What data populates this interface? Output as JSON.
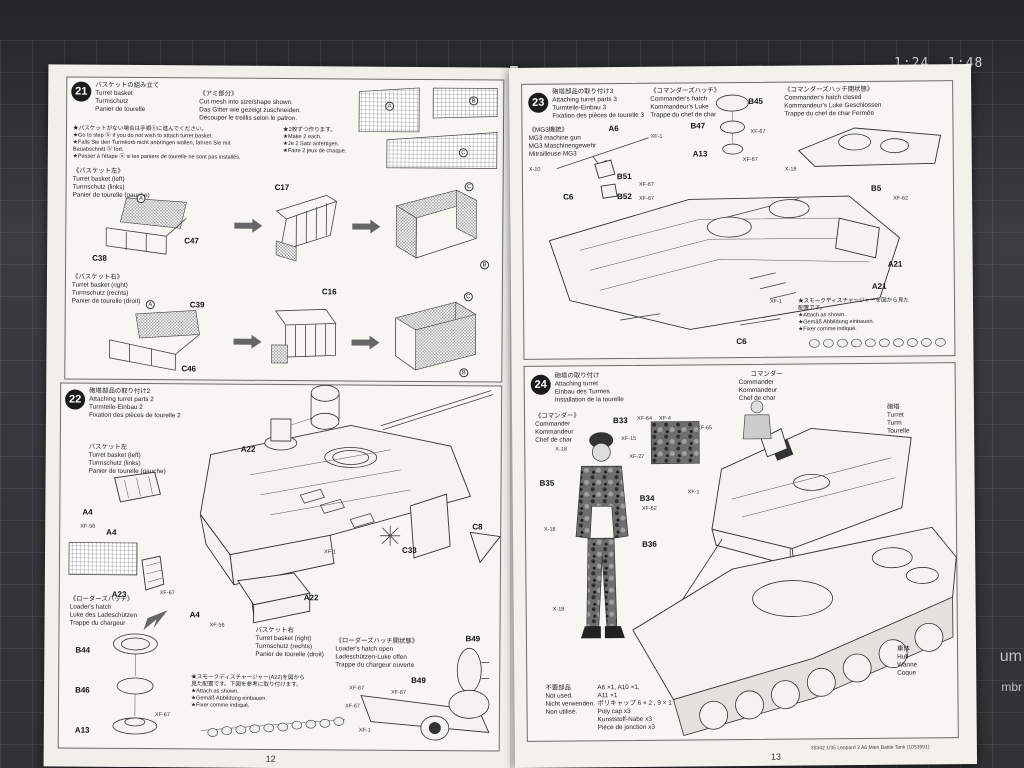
{
  "mat": {
    "ruler_labels": [
      "1:24",
      "1:48"
    ],
    "edge_text": [
      "um",
      "mbr"
    ]
  },
  "left_page": {
    "page_number": "12",
    "step21": {
      "number": "21",
      "title_jp": "バスケットの組み立て",
      "title_en": "Turret basket",
      "title_de": "Turmschutz",
      "title_fr": "Panier de tourelle",
      "mesh_note_jp": "《アミ部分》",
      "mesh_note_en": "Cut mesh into size/shape shown.",
      "mesh_note_de": "Das Gitter wie gezeigt zuschneiden.",
      "mesh_note_fr": "Découper le treillis selon le patron.",
      "skip_note_jp": "★バスケットがない場合は手順ⓑに進んでください。",
      "skip_note_en": "★Go to step ⓑ if you do not wish to attach turret basket.",
      "skip_note_de": "★Falls Sie den Turmkorb nicht anbringen wollen, fahren Sie mit",
      "skip_note_de2": "Bauabschnitt ⓑ fort.",
      "skip_note_fr": "★Passer à l'étape ⓑ si les paniers de tourelle ne sont  pas installés.",
      "make_jp": "★2枚ずつ作ります。",
      "make_en": "★Make 2 each.",
      "make_de": "★Je 2 Satz anfertigen.",
      "make_fr": "★Faire 2 jeux de chaque.",
      "left_jp": "《バスケット左》",
      "left_en": "Turret basket (left)",
      "left_de": "Turmschutz (links)",
      "left_fr": "Panier de tourelle (gauche)",
      "right_jp": "《バスケット右》",
      "right_en": "Turret basket (right)",
      "right_de": "Turmschutz (rechts)",
      "right_fr": "Panier de tourelle (droit)",
      "parts": [
        "C38",
        "C47",
        "C17",
        "C39",
        "C16",
        "C46"
      ],
      "mesh_labels": [
        "A",
        "B",
        "C"
      ]
    },
    "step22": {
      "number": "22",
      "title_jp": "砲塔部品の取り付け2",
      "title_en": "Attaching turret parts 2",
      "title_de": "Turmteile-Einbau 2",
      "title_fr": "Fixation des pièces de tourelle 2",
      "basket_left_jp": "バスケット左",
      "basket_left_en": "Turret basket (left)",
      "basket_left_de": "Turmschutz (links)",
      "basket_left_fr": "Panier de tourelle (gauche)",
      "basket_right_jp": "バスケット右",
      "basket_right_en": "Turret basket (right)",
      "basket_right_de": "Turmschutz (rechts)",
      "basket_right_fr": "Panier de tourelle (droit)",
      "loader_jp": "《ローダーズハッチ》",
      "loader_en": "Loader's hatch",
      "loader_de": "Luke des Ladeschützen",
      "loader_fr": "Trappe du chargeur",
      "loader_open_jp": "《ローダーズハッチ開状態》",
      "loader_open_en": "Loader's hatch open",
      "loader_open_de": "Ladeschützen-Luke offen",
      "loader_open_fr": "Trappe du chargeur ouverte",
      "smoke_jp": "★スモークディスチャージャー(A22)を図から",
      "smoke_jp2": "見た配置です。下図を参考に取り付けます。",
      "smoke_en": "★Attach as shown.",
      "smoke_de": "★Gemäß Abbildung einbauen.",
      "smoke_fr": "★Fixer comme indiqué.",
      "parts": [
        "A22",
        "A4",
        "A4",
        "A23",
        "A4",
        "A22",
        "C8",
        "C33",
        "B49",
        "B49",
        "B44",
        "B46",
        "A13"
      ],
      "paints": [
        "XF-56",
        "XF-67",
        "XF-56",
        "XF-1",
        "XF-67",
        "XF-67",
        "XF-67",
        "XF-1",
        "XF-67"
      ]
    }
  },
  "right_page": {
    "page_number": "13",
    "step23": {
      "number": "23",
      "title_jp": "砲塔部品の取り付け3",
      "title_en": "Attaching turret parts 3",
      "title_de": "Turmteile-Einbau 3",
      "title_fr": "Fixation des pièces de tourelle 3",
      "mg_jp": "《MG3機銃》",
      "mg_en": "MG3 machine gun",
      "mg_de": "MG3 Maschinengewehr",
      "mg_fr": "Mitrailleuse MG3",
      "cmd_jp": "《コマンダーズハッチ》",
      "cmd_en": "Commander's hatch",
      "cmd_de": "Kommandeur's Luke",
      "cmd_fr": "Trappe du chef de char",
      "cmd_closed_jp": "《コマンダーズハッチ閉状態》",
      "cmd_closed_en": "Commander's hatch closed",
      "cmd_closed_de": "Kommandeur's Luke Geschlossen",
      "cmd_closed_fr": "Trappe du chef de char Fermée",
      "smoke_jp": "★スモークディスチャージャーを図から見た",
      "smoke_jp2": "配置です。",
      "smoke_en": "★Attach as shown.",
      "smoke_de": "★Gemäß Abbildung einbauen.",
      "smoke_fr": "★Fixer comme indiqué.",
      "parts": [
        "A6",
        "B45",
        "B47",
        "A13",
        "B51",
        "B52",
        "C6",
        "B5",
        "A21",
        "A21",
        "C6"
      ],
      "paints": [
        "XF-1",
        "XF-67",
        "XF-67",
        "XF-67",
        "XF-67",
        "XF-62",
        "XF-1",
        "X-10",
        "X-18"
      ]
    },
    "step24": {
      "number": "24",
      "title_jp": "砲塔の取り付け",
      "title_en": "Attaching turret",
      "title_de": "Einbau des Turmes",
      "title_fr": "Installation de la tourelle",
      "commander_jp": "《コマンダー》",
      "commander_en": "Commander",
      "commander_de": "Kommandeur",
      "commander_fr": "Chef de char",
      "cmd_label_jp": "コマンダー",
      "cmd_label_en": "Commander",
      "cmd_label_de": "Kommandeur",
      "cmd_label_fr": "Chef de char",
      "turret_jp": "砲塔",
      "turret_en": "Turret",
      "turret_de": "Turm",
      "turret_fr": "Tourelle",
      "hull_jp": "車体",
      "hull_en": "Hull",
      "hull_de": "Wanne",
      "hull_fr": "Coque",
      "unused_jp": "不要部品",
      "unused_en": "Not used.",
      "unused_de": "Nicht verwenden.",
      "unused_fr": "Non utilisé.",
      "unused_parts": "A6 ×1, A10 ×1,",
      "unused_parts2": "A11 ×1",
      "poly_jp": "ポリキャップ 6 × 2 , 9 × 1",
      "poly_en": "Poly cap x3",
      "poly_de": "Kunststoff-Nabe x3",
      "poly_fr": "Pièce de jonction x3",
      "parts": [
        "B33",
        "B35",
        "B34",
        "B36"
      ],
      "paints": [
        "XF-64",
        "XF-4",
        "XF-65",
        "X-18",
        "XF-15",
        "XF-27",
        "XF-1",
        "XF-62",
        "X-18",
        "X-18"
      ],
      "footer": "35342  1/35 Leopard 2 A6 Main Battle Tank (1053991)"
    }
  }
}
